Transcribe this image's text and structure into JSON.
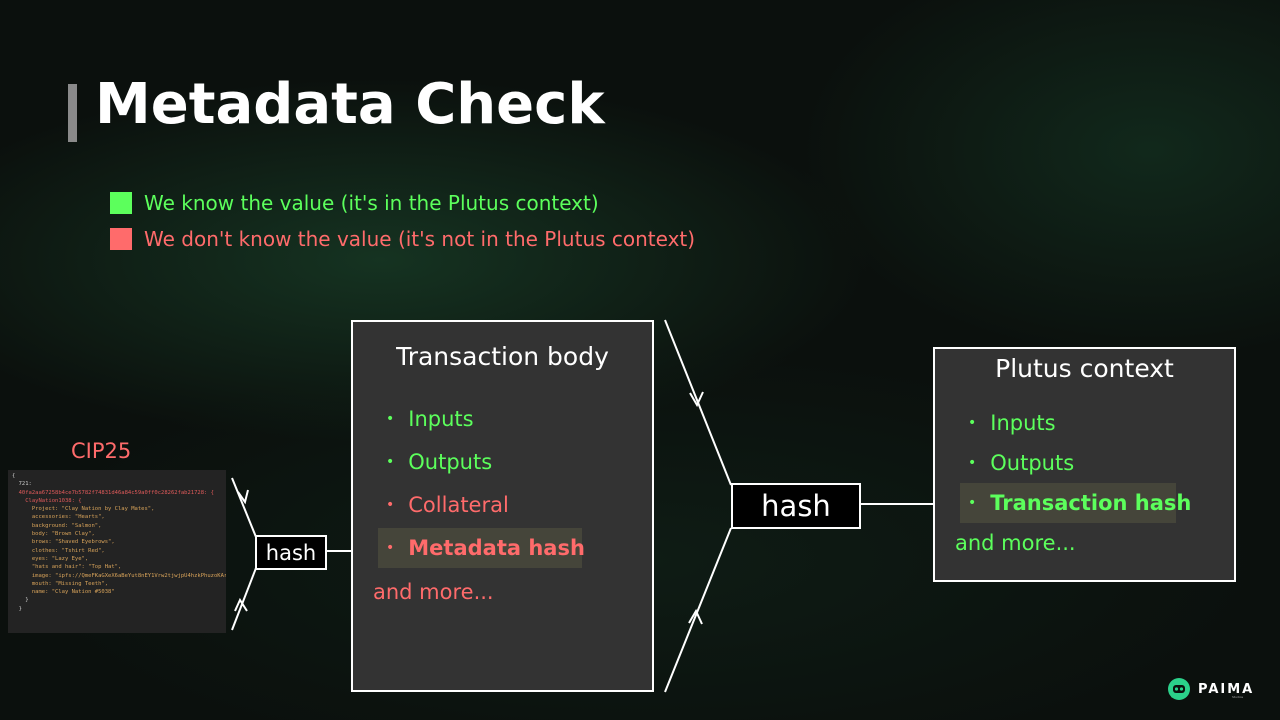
{
  "title": "Metadata Check",
  "colors": {
    "known": "#5cff5c",
    "unknown": "#ff6b6b"
  },
  "legend": [
    {
      "text": "We know the value (it's in the Plutus context)",
      "color": "#5cff5c"
    },
    {
      "text": "We don't know the value (it's not in the Plutus context)",
      "color": "#ff6b6b"
    }
  ],
  "cip": {
    "label": "CIP25",
    "json_lines": [
      {
        "t": "{",
        "c": "top"
      },
      {
        "t": "",
        "c": "top"
      },
      {
        "t": "  721:",
        "c": "top"
      },
      {
        "t": "  40fa2aa67258b4ce7b5782f74831d46a84c59a0ff0c28262fab21728: {",
        "c": "key"
      },
      {
        "t": "    ClayNation1038: {",
        "c": "key"
      },
      {
        "t": "      Project: \"Clay Nation by Clay Mates\",",
        "c": "val"
      },
      {
        "t": "      accessories: \"Hearts\",",
        "c": "val"
      },
      {
        "t": "      background: \"Salmon\",",
        "c": "val"
      },
      {
        "t": "      body: \"Brown Clay\",",
        "c": "val"
      },
      {
        "t": "      brows: \"Shaved Eyebrows\",",
        "c": "val"
      },
      {
        "t": "      clothes: \"Tshirt Red\",",
        "c": "val"
      },
      {
        "t": "      eyes: \"Lazy Eye\",",
        "c": "val"
      },
      {
        "t": "      \"hats and hair\": \"Top Hat\",",
        "c": "val"
      },
      {
        "t": "      image: \"ipfs://QmeFKaGXeX6aBeYut8nEY1Vrw2tjwjpU4hzkPhuzoKArL\",",
        "c": "val"
      },
      {
        "t": "      mouth: \"Missing Teeth\",",
        "c": "val"
      },
      {
        "t": "      name: \"Clay Nation #5038\"",
        "c": "val"
      },
      {
        "t": "    }",
        "c": "top"
      },
      {
        "t": "  }",
        "c": "top"
      }
    ]
  },
  "hash_small": "hash",
  "hash_big": "hash",
  "transaction_body": {
    "title": "Transaction body",
    "items": [
      {
        "label": "Inputs",
        "color": "#5cff5c",
        "bold": false,
        "highlight": false
      },
      {
        "label": "Outputs",
        "color": "#5cff5c",
        "bold": false,
        "highlight": false
      },
      {
        "label": "Collateral",
        "color": "#ff6b6b",
        "bold": false,
        "highlight": false
      },
      {
        "label": "Metadata hash",
        "color": "#ff6b6b",
        "bold": true,
        "highlight": true
      }
    ],
    "more": "and more..."
  },
  "plutus_context": {
    "title": "Plutus context",
    "items": [
      {
        "label": "Inputs",
        "color": "#5cff5c",
        "bold": false,
        "highlight": false
      },
      {
        "label": "Outputs",
        "color": "#5cff5c",
        "bold": false,
        "highlight": false
      },
      {
        "label": "Transaction hash",
        "color": "#5cff5c",
        "bold": true,
        "highlight": true
      }
    ],
    "more": "and more..."
  },
  "logo": {
    "text": "PAIMA",
    "subtext": "Studios",
    "icon": "paima-logo-icon"
  }
}
